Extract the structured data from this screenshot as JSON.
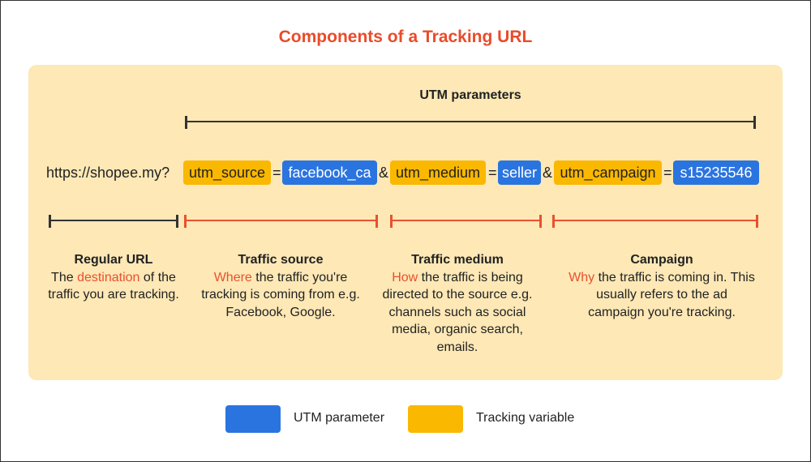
{
  "title": "Components of a Tracking URL",
  "utm_label": "UTM parameters",
  "url": {
    "base": "https://shopee.my?",
    "source_key": "utm_source",
    "eq1": "=",
    "source_value": "facebook_ca",
    "amp1": "&",
    "medium_key": "utm_medium",
    "eq2": "=",
    "medium_value": "seller",
    "amp2": "&",
    "campaign_key": "utm_campaign",
    "eq3": "=",
    "campaign_value": "s15235546"
  },
  "columns": {
    "regular": {
      "heading": "Regular URL",
      "pre": "The ",
      "highlight": "destination",
      "post": " of the traffic you are tracking."
    },
    "source": {
      "heading": "Traffic source",
      "highlight": "Where",
      "post": " the traffic you're tracking is coming from e.g. Facebook, Google."
    },
    "medium": {
      "heading": "Traffic medium",
      "highlight": "How",
      "post": " the traffic is being directed to the source e.g. channels such as social media, organic search, emails."
    },
    "campaign": {
      "heading": "Campaign",
      "highlight": "Why",
      "post": " the traffic is coming in. This usually refers to the ad campaign you're tracking."
    }
  },
  "legend": {
    "param_label": "UTM parameter",
    "var_label": "Tracking variable",
    "param_color": "#2a74e0",
    "var_color": "#fbb800"
  },
  "colors": {
    "title": "#ea4b2a",
    "highlight": "#e8512f",
    "panel": "#fde8b6"
  }
}
